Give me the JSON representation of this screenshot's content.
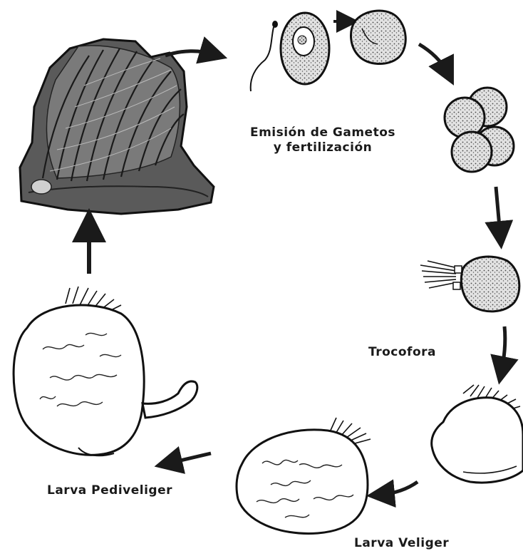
{
  "labels": {
    "gametes_line1": "Emisión de Gametos",
    "gametes_line2": "y fertilización",
    "trocofora": "Trocofora",
    "veliger": "Larva Veliger",
    "pediveliger": "Larva Pediveliger"
  },
  "stages": [
    {
      "name": "adult-oyster",
      "icon": "oyster-icon"
    },
    {
      "name": "sperm-and-egg",
      "icon": "egg-icon"
    },
    {
      "name": "zygote",
      "icon": "zygote-icon"
    },
    {
      "name": "cleavage-cells",
      "icon": "cleavage-icon"
    },
    {
      "name": "trochophore",
      "icon": "trochophore-icon"
    },
    {
      "name": "d-veliger",
      "icon": "veliger-icon"
    },
    {
      "name": "umbo-veliger",
      "icon": "umbo-veliger-icon"
    },
    {
      "name": "pediveliger",
      "icon": "pediveliger-icon"
    }
  ],
  "colors": {
    "ink": "#1a1a1a",
    "shell": "#5a5a5a",
    "background": "#ffffff"
  }
}
